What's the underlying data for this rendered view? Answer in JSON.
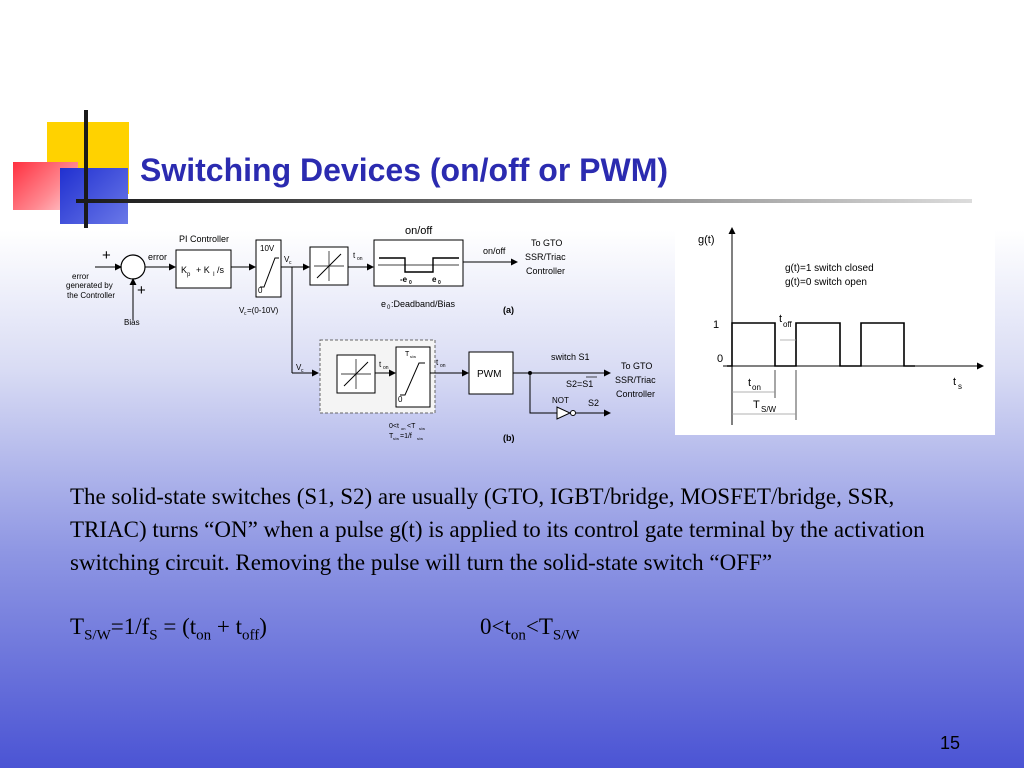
{
  "slide": {
    "title": "Switching Devices (on/off or PWM)",
    "page_number": "15"
  },
  "diagram_labels": {
    "plus_top": "+",
    "plus_bottom": "+",
    "error": "error",
    "error_generated_1": "error",
    "error_generated_2": "generated by",
    "error_generated_3": "the Controller",
    "bias": "Bias",
    "pi_controller": "PI Controller",
    "pi_gain_kp": "K",
    "pi_gain_kp_sub": "p",
    "pi_gain_plus": "+ K",
    "pi_gain_ki_sub": "I",
    "pi_gain_s": "/s",
    "sat_10v": "10V",
    "sat_0": "0",
    "vc": "V",
    "vc_sub": "c",
    "vc_range": "V",
    "vc_range_sub": "c",
    "vc_range_rest": "=(0-10V)",
    "ton": "t",
    "ton_sub": "on",
    "onoff_top": "on/off",
    "deadband_neg": "-e",
    "deadband_neg_sub": "0",
    "deadband_pos": "e",
    "deadband_pos_sub": "0",
    "e0_deadband": "e",
    "e0_deadband_sub": "0",
    "e0_deadband_rest": ":Deadband/Bias",
    "onoff_out": "on/off",
    "to_gto_a_1": "To GTO",
    "to_gto_a_2": "SSR/Triac",
    "to_gto_a_3": "Controller",
    "label_a": "(a)",
    "vc_b": "V",
    "vc_b_sub": "c",
    "ton_b": "t",
    "ton_b_sub": "on",
    "tsw_b": "T",
    "tsw_b_sub": "s/w",
    "sat_0_b": "0",
    "ton_b2": "t",
    "ton_b2_sub": "on",
    "pwm": "PWM",
    "switch_s1": "switch S1",
    "s2_eq": "S2=S1",
    "not": "NOT",
    "s2": "S2",
    "to_gto_b_1": "To GTO",
    "to_gto_b_2": "SSR/Triac",
    "to_gto_b_3": "Controller",
    "range_1_a": "0<t",
    "range_1_b": "on",
    "range_1_c": "<T",
    "range_1_d": "s/w",
    "range_2_a": "T",
    "range_2_b": "s/w",
    "range_2_c": "=1/f",
    "range_2_d": "s/w",
    "label_b": "(b)"
  },
  "waveform": {
    "gt_label": "g(t)",
    "legend_1": "g(t)=1    switch  closed",
    "legend_2": "g(t)=0    switch   open",
    "level_1": "1",
    "level_0": "0",
    "toff": "t",
    "toff_sub": "off",
    "ton": "t",
    "ton_sub": "on",
    "tsw": "T",
    "tsw_sub": "S/W",
    "ts": "t",
    "ts_sub": "s"
  },
  "body": {
    "paragraph": "The solid-state switches (S1, S2) are usually (GTO, IGBT/bridge, MOSFET/bridge, SSR, TRIAC) turns “ON” when a pulse g(t) is applied to its control gate terminal by the activation switching circuit. Removing the pulse will turn the solid-state switch “OFF”",
    "formula_T": "T",
    "formula_T_sub": "S/W",
    "formula_eq": "=1/f",
    "formula_f_sub": "S",
    "formula_mid": " = (t",
    "formula_on_sub": "on",
    "formula_plus": " + t",
    "formula_off_sub": "off",
    "formula_close": ")",
    "cond_a": "0<t",
    "cond_on_sub": "on",
    "cond_b": "<T",
    "cond_sw_sub": "S/W"
  },
  "colors": {
    "title": "#2b2bb0",
    "deco_yellow": "#ffd200",
    "deco_red": "#ff3040",
    "deco_blue": "#2030d0"
  }
}
